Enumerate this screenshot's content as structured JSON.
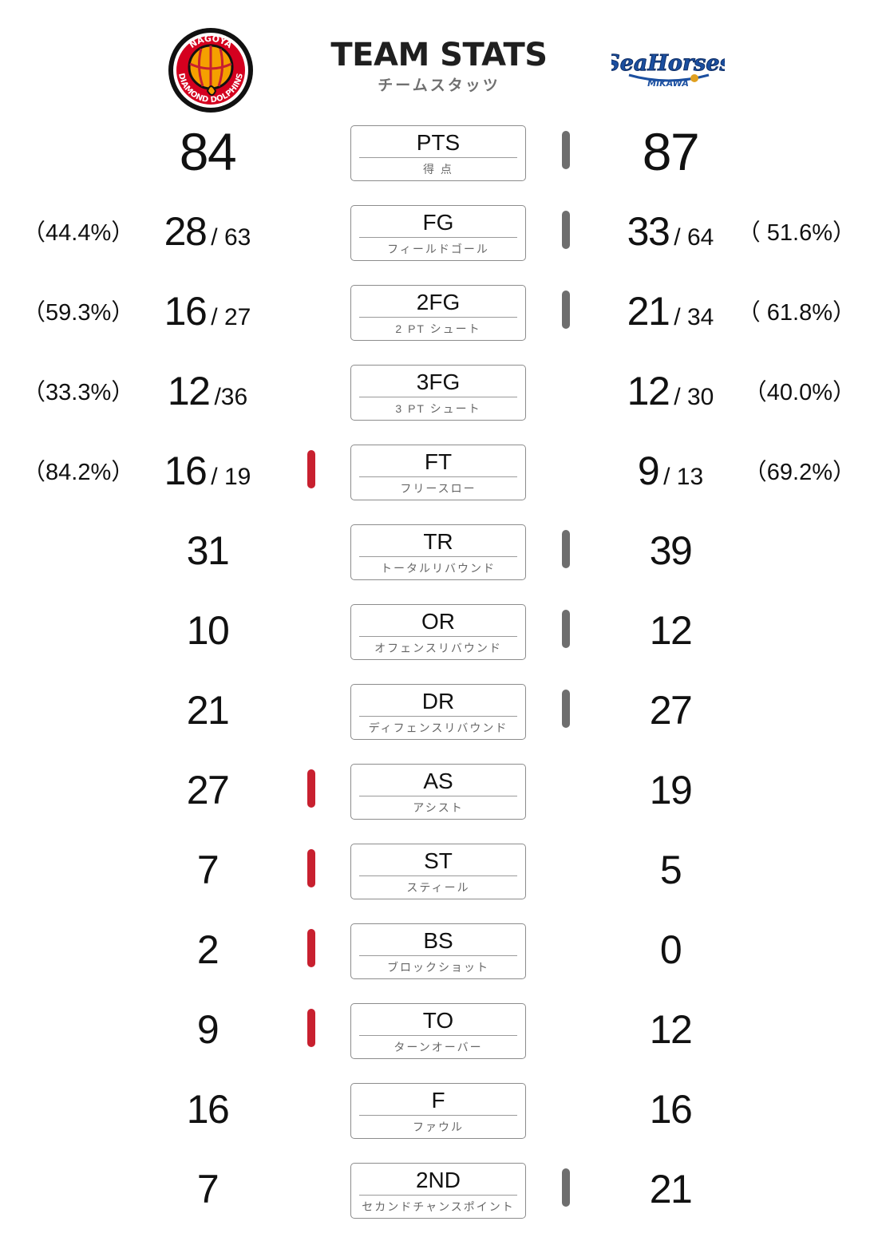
{
  "header": {
    "title": "TEAM STATS",
    "subtitle": "チームスタッツ",
    "home_logo_text": "NAGOYA DIAMOND DOLPHINS",
    "away_logo_text": "SeaHorses MIKAWA"
  },
  "colors": {
    "home_leader_bar": "#c8202f",
    "away_leader_bar": "#6e6e6e",
    "home_logo_orange": "#f5a000",
    "home_logo_red": "#d4001f",
    "away_logo_blue": "#1b4fa0"
  },
  "rows": [
    {
      "abbr": "PTS",
      "jp": "得 点",
      "home": "84",
      "away": "87",
      "leader": "away"
    },
    {
      "abbr": "FG",
      "jp": "フィールドゴール",
      "home": "28",
      "home_att": "/ 63",
      "home_pct": "（44.4%）",
      "away": "33",
      "away_att": "/ 64",
      "away_pct": "（ 51.6%）",
      "leader": "away"
    },
    {
      "abbr": "2FG",
      "jp": "2 PT シュート",
      "home": "16",
      "home_att": "/ 27",
      "home_pct": "（59.3%）",
      "away": "21",
      "away_att": "/ 34",
      "away_pct": "（ 61.8%）",
      "leader": "away"
    },
    {
      "abbr": "3FG",
      "jp": "3 PT シュート",
      "home": "12",
      "home_att": "/36",
      "home_pct": "（33.3%）",
      "away": "12",
      "away_att": "/ 30",
      "away_pct": "（40.0%）",
      "leader": "none"
    },
    {
      "abbr": "FT",
      "jp": "フリースロー",
      "home": "16",
      "home_att": "/ 19",
      "home_pct": "（84.2%）",
      "away": "9",
      "away_att": "/ 13",
      "away_pct": "（69.2%）",
      "leader": "home"
    },
    {
      "abbr": "TR",
      "jp": "トータルリバウンド",
      "home": "31",
      "away": "39",
      "leader": "away"
    },
    {
      "abbr": "OR",
      "jp": "オフェンスリバウンド",
      "home": "10",
      "away": "12",
      "leader": "away"
    },
    {
      "abbr": "DR",
      "jp": "ディフェンスリバウンド",
      "home": "21",
      "away": "27",
      "leader": "away"
    },
    {
      "abbr": "AS",
      "jp": "アシスト",
      "home": "27",
      "away": "19",
      "leader": "home"
    },
    {
      "abbr": "ST",
      "jp": "スティール",
      "home": "7",
      "away": "5",
      "leader": "home"
    },
    {
      "abbr": "BS",
      "jp": "ブロックショット",
      "home": "2",
      "away": "0",
      "leader": "home"
    },
    {
      "abbr": "TO",
      "jp": "ターンオーバー",
      "home": "9",
      "away": "12",
      "leader": "home"
    },
    {
      "abbr": "F",
      "jp": "ファウル",
      "home": "16",
      "away": "16",
      "leader": "none"
    },
    {
      "abbr": "2ND",
      "jp": "セカンドチャンスポイント",
      "home": "7",
      "away": "21",
      "leader": "away"
    }
  ]
}
